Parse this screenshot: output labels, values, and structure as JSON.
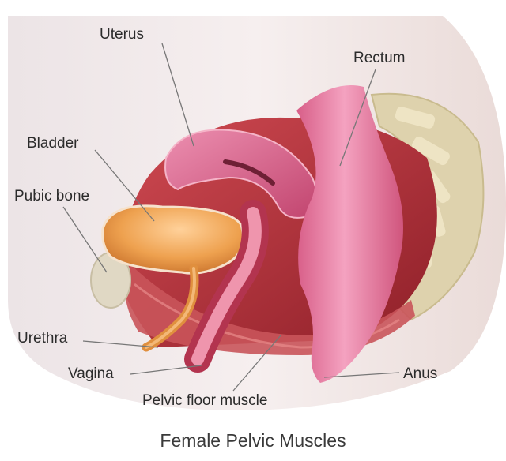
{
  "labels": {
    "uterus": "Uterus",
    "rectum": "Rectum",
    "bladder": "Bladder",
    "pubic_bone": "Pubic bone",
    "urethra": "Urethra",
    "vagina": "Vagina",
    "anus": "Anus",
    "pelvic_floor_muscle": "Pelvic floor muscle"
  },
  "caption": "Female Pelvic Muscles",
  "colors": {
    "skin": "#f3e4e0",
    "muscle_red": "#b7303a",
    "rectum_pink": "#e77ea2",
    "uterus_pink": "#d9658a",
    "bladder_orange": "#e89a46",
    "bone": "#e6dcc0"
  }
}
